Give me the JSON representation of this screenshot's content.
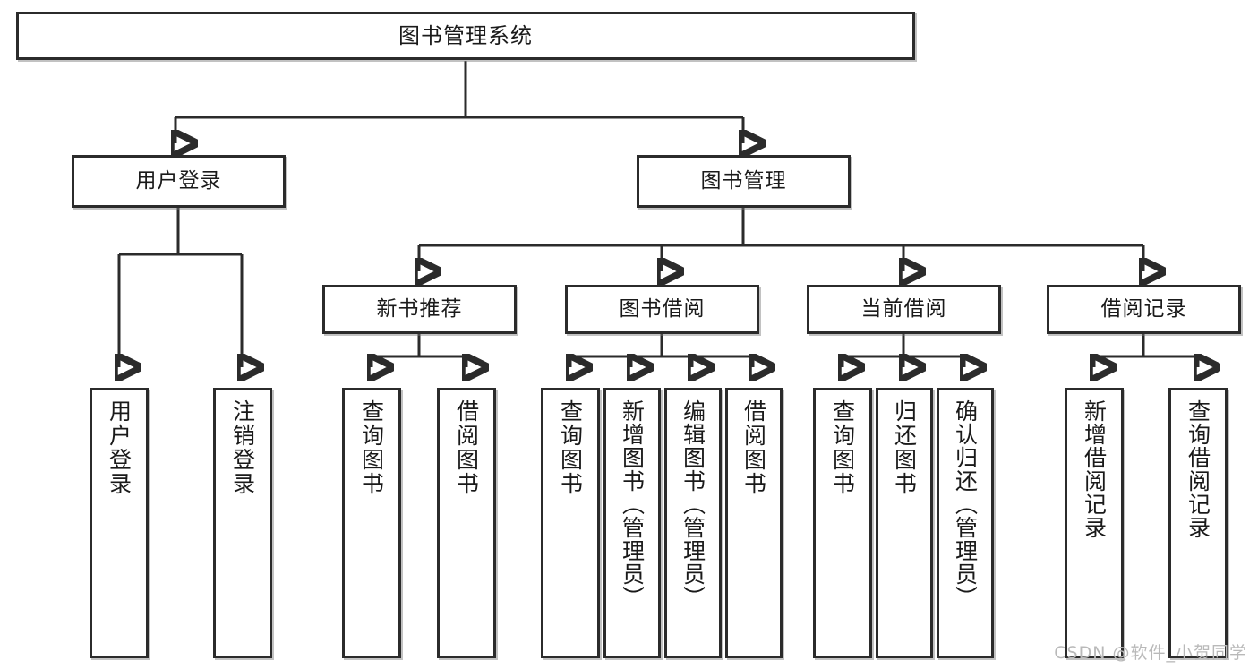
{
  "diagram": {
    "type": "tree",
    "title": "图书管理系统",
    "watermark": "CSDN @软件_小贺同学",
    "colors": {
      "stroke": "#2b2b2b",
      "fill": "#ffffff",
      "background": "#ffffff",
      "watermark": "#b9b9b9"
    },
    "nodes": {
      "root": {
        "label": "图书管理系统"
      },
      "level2": [
        {
          "id": "user-login",
          "label": "用户登录"
        },
        {
          "id": "book-manage",
          "label": "图书管理"
        }
      ],
      "level3": [
        {
          "id": "new-book-recommend",
          "label": "新书推荐"
        },
        {
          "id": "book-borrow",
          "label": "图书借阅"
        },
        {
          "id": "current-borrow",
          "label": "当前借阅"
        },
        {
          "id": "borrow-record",
          "label": "借阅记录"
        }
      ],
      "leaves": {
        "user_login": [
          {
            "id": "leaf-user-login",
            "label": "用户登录"
          },
          {
            "id": "leaf-user-logout",
            "label": "注销登录"
          }
        ],
        "new_book_recommend": [
          {
            "id": "leaf-query-book-1",
            "label": "查询图书"
          },
          {
            "id": "leaf-borrow-book-1",
            "label": "借阅图书"
          }
        ],
        "book_borrow": [
          {
            "id": "leaf-query-book-2",
            "label": "查询图书"
          },
          {
            "id": "leaf-add-book",
            "label": "新增图书（管理员）"
          },
          {
            "id": "leaf-edit-book",
            "label": "编辑图书（管理员）"
          },
          {
            "id": "leaf-borrow-book-2",
            "label": "借阅图书"
          }
        ],
        "current_borrow": [
          {
            "id": "leaf-query-book-3",
            "label": "查询图书"
          },
          {
            "id": "leaf-return-book",
            "label": "归还图书"
          },
          {
            "id": "leaf-confirm-return",
            "label": "确认归还（管理员）"
          }
        ],
        "borrow_record": [
          {
            "id": "leaf-add-record",
            "label": "新增借阅记录"
          },
          {
            "id": "leaf-query-record",
            "label": "查询借阅记录"
          }
        ]
      }
    }
  }
}
